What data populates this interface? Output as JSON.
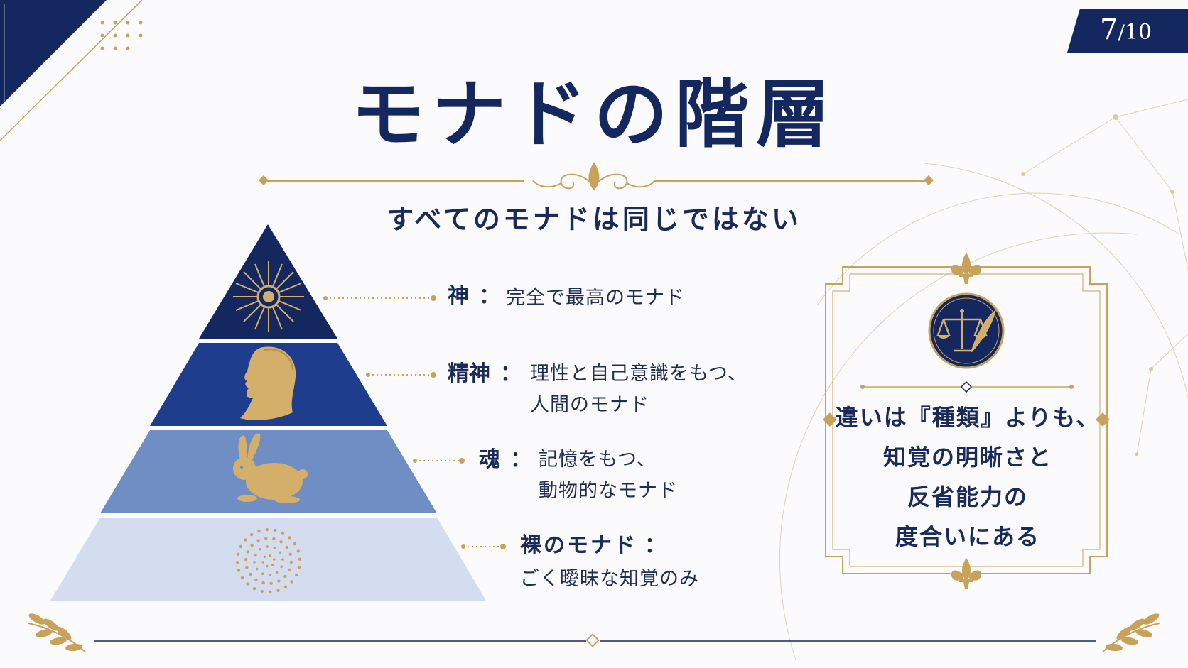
{
  "page": {
    "current": "7",
    "separator": "/",
    "total": "10"
  },
  "title": "モナドの階層",
  "subtitle": "すべてのモナドは同じではない",
  "tiers": [
    {
      "label": "神",
      "colon": "：",
      "lines": [
        "完全で最高のモナド"
      ],
      "icon": "sun-burst-icon",
      "color": "#14285f"
    },
    {
      "label": "精神",
      "colon": "：",
      "lines": [
        "理性と自己意識をもつ、",
        "人間のモナド"
      ],
      "icon": "human-profile-icon",
      "color": "#1e3d8c"
    },
    {
      "label": "魂",
      "colon": "：",
      "lines": [
        "記憶をもつ、",
        "動物的なモナド"
      ],
      "icon": "rabbit-icon",
      "color": "#6f8ec4"
    },
    {
      "label": "裸のモナド",
      "colon": "：",
      "lines": [
        "ごく曖昧な知覚のみ"
      ],
      "icon": "dot-circle-icon",
      "color": "#d3ddef"
    }
  ],
  "conclusion": {
    "icon": "scales-and-quill-icon",
    "lines": [
      "違いは『種類』よりも、",
      "知覚の明晰さと",
      "反省能力の",
      "度合いにある"
    ]
  },
  "colors": {
    "navy": "#14285f",
    "gold": "#c9a25a",
    "background": "#fbfbfd"
  }
}
